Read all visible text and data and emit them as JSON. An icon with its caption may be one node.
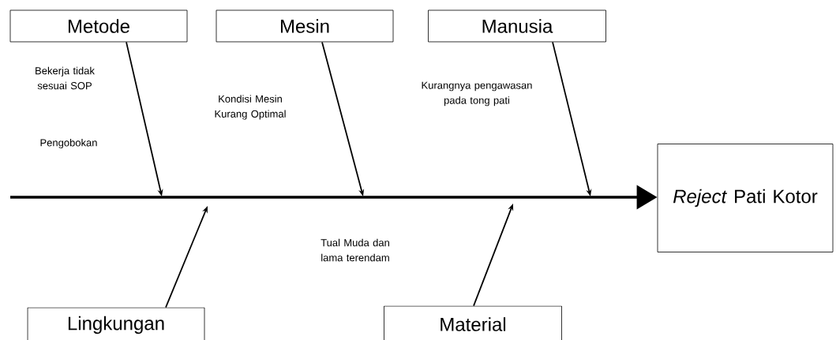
{
  "diagram": {
    "nodes": [
      {
        "text": [
          "Metode"
        ]
      },
      {
        "text": [
          "Mesin"
        ]
      },
      {
        "text": [
          "Manusia"
        ]
      },
      {
        "text": [
          "Lingkungan"
        ]
      },
      {
        "text": [
          "Material"
        ]
      },
      {
        "text": [
          "*Reject* Pati Kotor"
        ]
      }
    ],
    "edges": [
      {
        "from": null,
        "to": 5,
        "arrow": "to",
        "style": "thick"
      },
      {
        "from": 0,
        "to": null,
        "arrow": "to"
      },
      {
        "from": 1,
        "to": null,
        "arrow": "to"
      },
      {
        "from": 2,
        "to": null,
        "arrow": "to"
      },
      {
        "from": 3,
        "to": null,
        "arrow": "to"
      },
      {
        "from": 4,
        "to": null,
        "arrow": "to"
      }
    ],
    "labels": [
      "Bekerja tidak sesuai SOP",
      "Kondisi Mesin Kurang Optimal",
      "Kurangnya pengawasan pada tong pati",
      "Pengobokan",
      "Tual Muda dan lama terendam"
    ]
  }
}
